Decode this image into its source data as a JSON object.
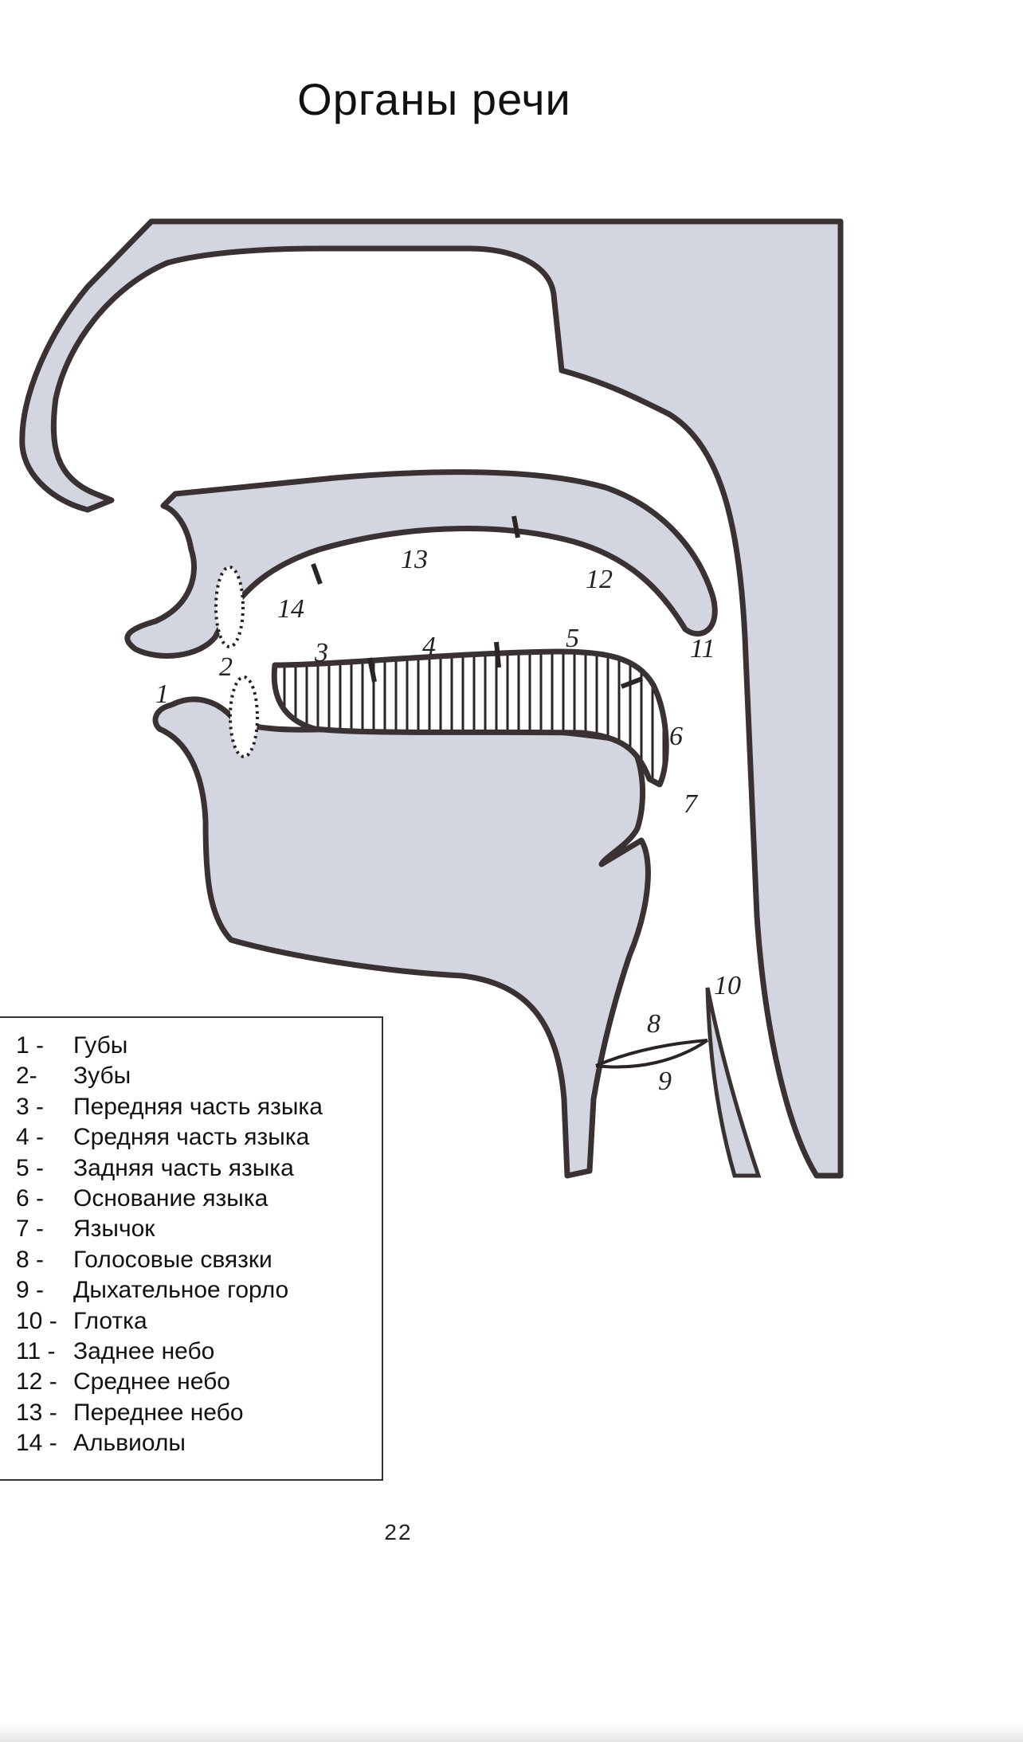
{
  "title": "Органы речи",
  "colors": {
    "fill": "#d3d6e1",
    "outline": "#3a3232",
    "tongue_hatch": "#2b2424"
  },
  "diagram_labels": [
    "1",
    "2",
    "3",
    "4",
    "5",
    "6",
    "7",
    "8",
    "9",
    "10",
    "11",
    "12",
    "13",
    "14"
  ],
  "legend": [
    {
      "num": "1 -",
      "text": "Губы"
    },
    {
      "num": "2-",
      "text": "Зубы"
    },
    {
      "num": "3 -",
      "text": "Передняя часть языка"
    },
    {
      "num": "4 -",
      "text": "Средняя часть языка"
    },
    {
      "num": "5 -",
      "text": "Задняя часть языка"
    },
    {
      "num": "6 -",
      "text": "Основание языка"
    },
    {
      "num": "7 -",
      "text": "Язычок"
    },
    {
      "num": "8 -",
      "text": "Голосовые связки"
    },
    {
      "num": "9 -",
      "text": "Дыхательное горло"
    },
    {
      "num": "10 -",
      "text": "Глотка"
    },
    {
      "num": "11 -",
      "text": "Заднее небо"
    },
    {
      "num": "12 -",
      "text": "Среднее небо"
    },
    {
      "num": "13 -",
      "text": "Переднее небо"
    },
    {
      "num": "14 -",
      "text": "Альвиолы"
    }
  ],
  "page_number": "22"
}
